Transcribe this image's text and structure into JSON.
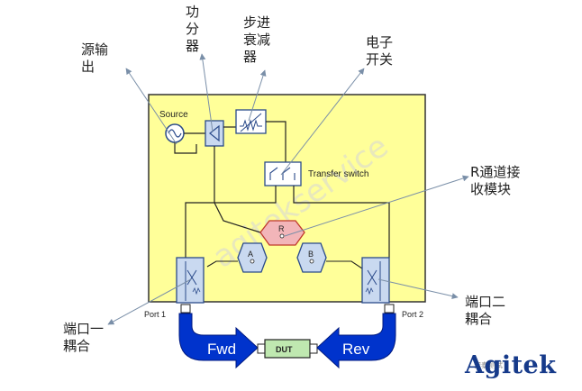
{
  "labels": {
    "source_output": "源输\n出",
    "power_splitter": "功\n分\n器",
    "step_attenuator": "步进\n衰减\n器",
    "electronic_switch": "电子\n开关",
    "r_receiver": "R通道接\n收模块",
    "port1_coupler": "端口一\n耦合",
    "port2_coupler": "端口二\n耦合"
  },
  "diagram": {
    "source": "Source",
    "transfer_switch": "Transfer switch",
    "receiver_r": "R",
    "receiver_a": "A",
    "receiver_b": "B",
    "port1": "Port 1",
    "port2": "Port 2",
    "fwd": "Fwd",
    "rev": "Rev",
    "dut": "DUT",
    "watermark": "agitekservice"
  },
  "brand": {
    "logo_text": "Agitek",
    "logo_sub": "安泰测试"
  },
  "colors": {
    "panel_fill": "#ffff99",
    "arrow_blue": "#0033cc",
    "receiver_r_fill": "#f2b5b9",
    "receiver_fill": "#c9d9f0",
    "dut_fill": "#bfe8b0",
    "logo": "#163a8a"
  }
}
